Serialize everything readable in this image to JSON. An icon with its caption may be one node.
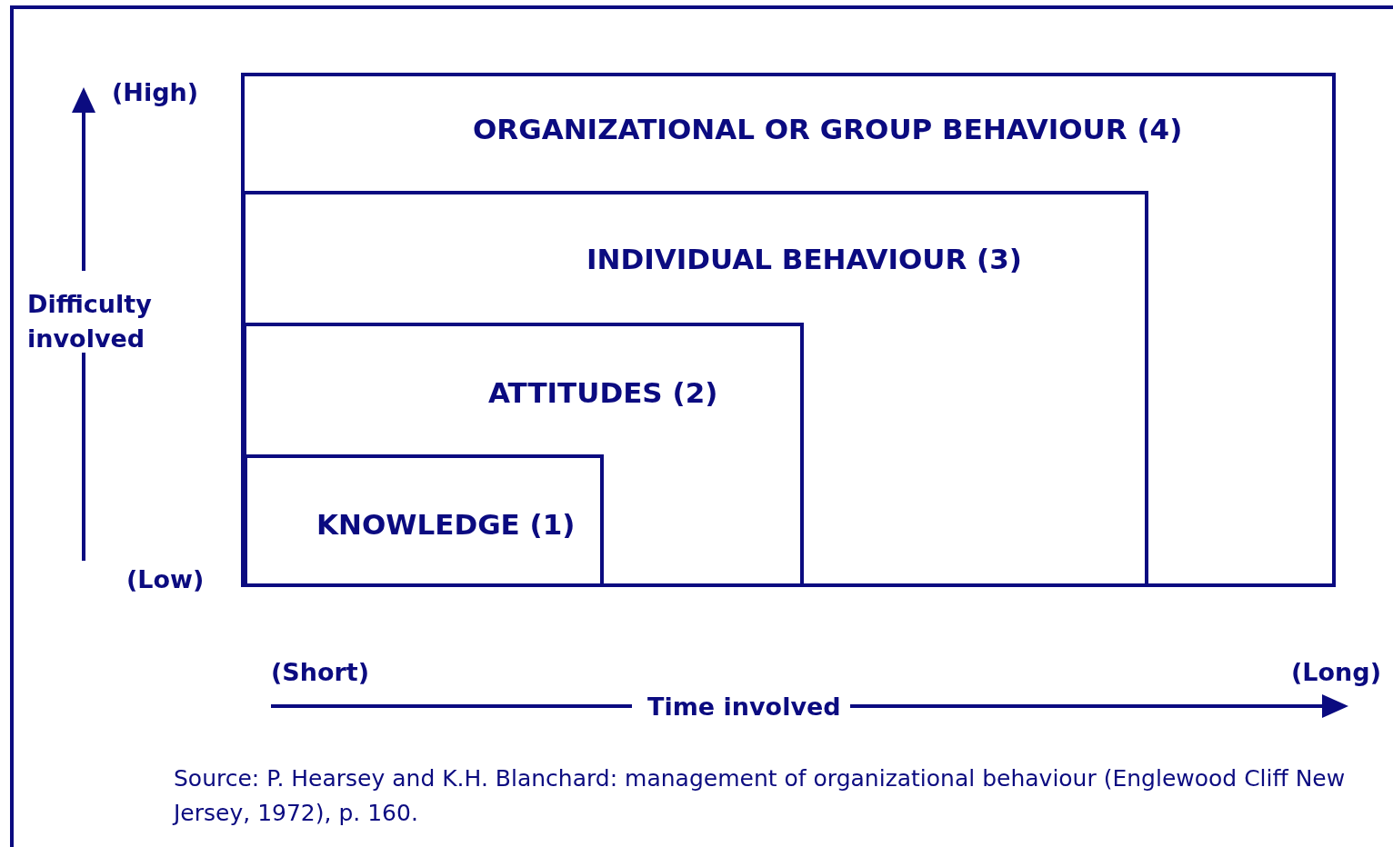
{
  "diagram": {
    "caption": "Source: P. Hearsey and K.H. Blanchard: management of organizational behaviour (Englewood Cliff New Jersey, 1972), p. 160.",
    "nodes": [
      {
        "text": [
          "ORGANIZATIONAL OR GROUP BEHAVIOUR (4)"
        ]
      },
      {
        "text": [
          "INDIVIDUAL BEHAVIOUR (3)"
        ],
        "in": 0
      },
      {
        "text": [
          "ATTITUDES (2)"
        ],
        "in": 1
      },
      {
        "text": [
          "KNOWLEDGE (1)"
        ],
        "in": 2
      }
    ],
    "edges": [],
    "labels": [
      "(High)",
      "Difficulty involved",
      "(Low)",
      "(Short)",
      "(Long)",
      "Time involved"
    ]
  }
}
